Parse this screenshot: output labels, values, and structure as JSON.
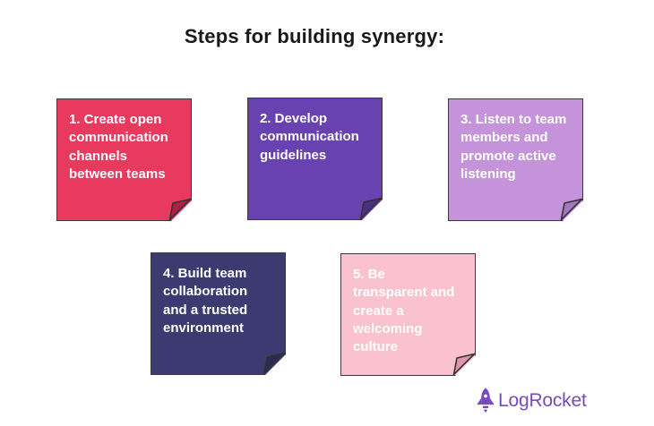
{
  "title": "Steps for building synergy:",
  "notes": [
    {
      "label": "1. Create open communication channels between teams",
      "color": "#E8395F",
      "fold_color": "#AF2048",
      "text_color": "#FFFFFF"
    },
    {
      "label": "2. Develop communication guidelines",
      "color": "#6842B0",
      "fold_color": "#4A2F88",
      "text_color": "#FFFFFF"
    },
    {
      "label": "3. Listen to team members and promote active listening",
      "color": "#C493D9",
      "fold_color": "#A478C0",
      "text_color": "#FFFFFF"
    },
    {
      "label": "4. Build team collaboration and a trusted environment",
      "color": "#3B3A71",
      "fold_color": "#2A2958",
      "text_color": "#FFFFFF"
    },
    {
      "label": "5. Be transparent and create a welcoming culture",
      "color": "#FAC1CE",
      "fold_color": "#DD96AC",
      "text_color": "#FFFFFF"
    }
  ],
  "logo": {
    "name": "LogRocket",
    "color": "#764ABC",
    "icon": "rocket-icon"
  }
}
